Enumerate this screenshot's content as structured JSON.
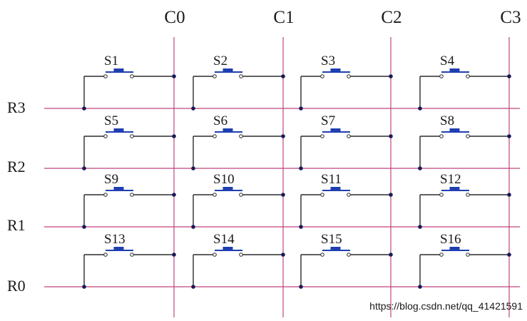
{
  "diagram": {
    "kind": "matrix-keypad-schematic",
    "columns": [
      "C0",
      "C1",
      "C2",
      "C3"
    ],
    "rows": [
      "R3",
      "R2",
      "R1",
      "R0"
    ],
    "switches": [
      [
        "S1",
        "S2",
        "S3",
        "S4"
      ],
      [
        "S5",
        "S6",
        "S7",
        "S8"
      ],
      [
        "S9",
        "S10",
        "S11",
        "S12"
      ],
      [
        "S13",
        "S14",
        "S15",
        "S16"
      ]
    ],
    "colors": {
      "grid_line": "#c0457e",
      "wire": "#2b2b2b",
      "button_plunger": "#1f3fb0",
      "label": "#1a1a1a",
      "watermark": "#c8c8c8"
    }
  },
  "watermark": "https://blog.csdn.net/qq_41421591"
}
